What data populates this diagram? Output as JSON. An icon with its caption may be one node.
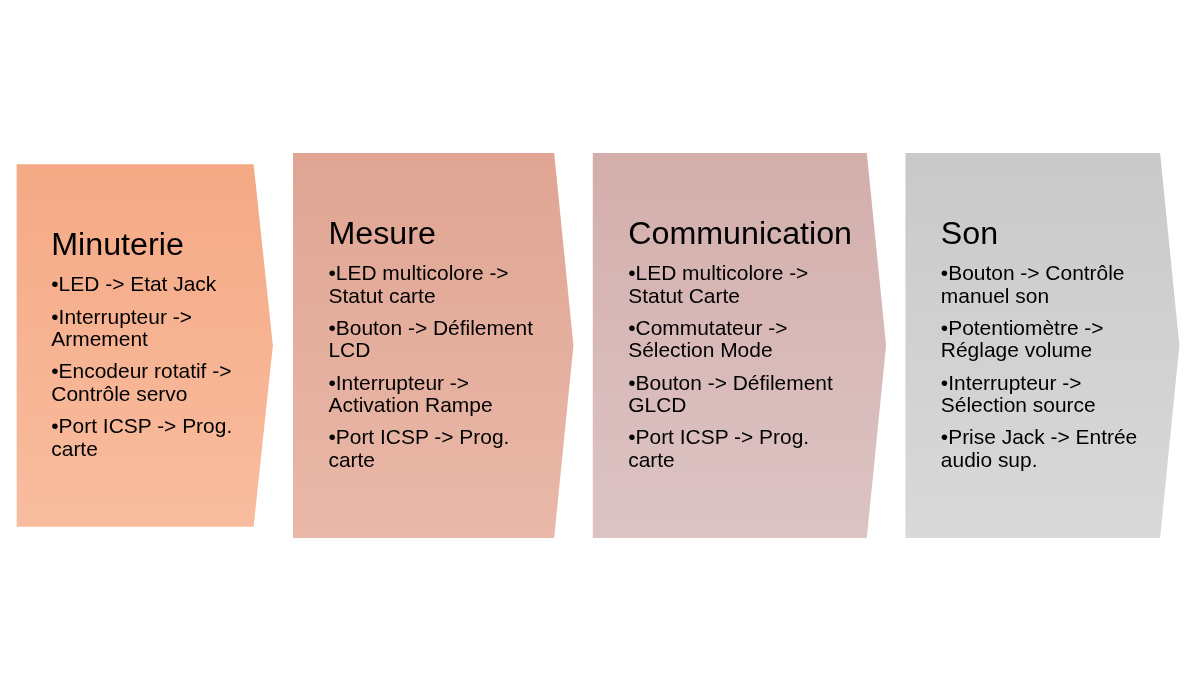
{
  "diagram": {
    "nodes": [
      {
        "text": [
          "Minuterie",
          "•LED -> Etat Jack",
          "•Interrupteur -> Armement",
          "•Encodeur rotatif -> Contrôle servo",
          "•Port ICSP -> Prog. carte"
        ]
      },
      {
        "text": [
          "Mesure",
          "•LED multicolore -> Statut carte",
          "•Bouton -> Défilement LCD",
          "•Interrupteur -> Activation Rampe",
          "•Port ICSP -> Prog. carte"
        ]
      },
      {
        "text": [
          "Communication",
          "•LED multicolore -> Statut Carte",
          "•Commutateur -> Sélection Mode",
          "•Bouton -> Défilement GLCD",
          "•Port ICSP -> Prog. carte"
        ]
      },
      {
        "text": [
          "Son",
          "•Bouton -> Contrôle manuel son",
          "•Potentiomètre -> Réglage volume",
          "•Interrupteur -> Sélection source",
          "•Prise Jack -> Entrée audio sup."
        ]
      }
    ]
  }
}
